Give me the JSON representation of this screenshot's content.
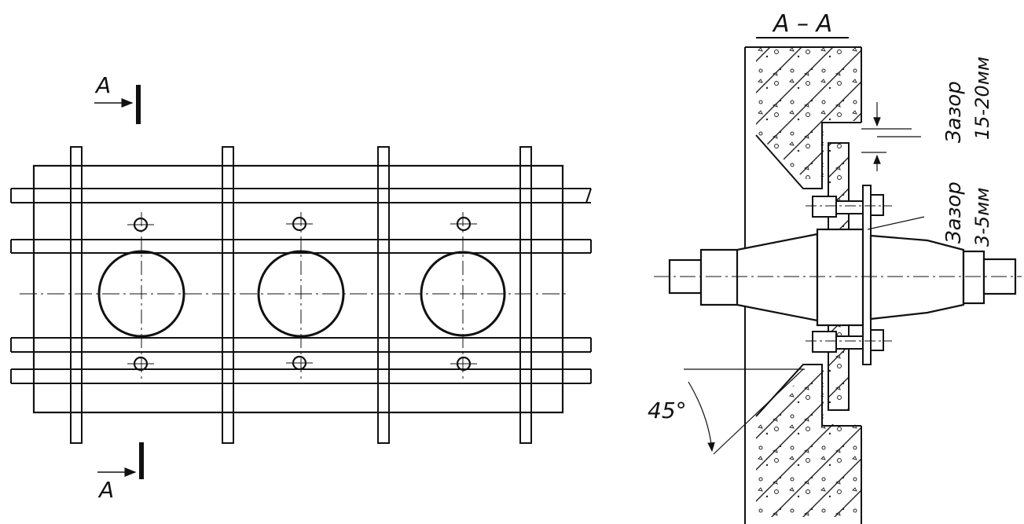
{
  "plan_view": {
    "section_mark_top": "A",
    "section_mark_bottom": "A",
    "openings": 3
  },
  "section_view": {
    "title": "А – А",
    "gap_upper_label": "Зазор",
    "gap_upper_value": "15-20мм",
    "gap_lower_label": "Зазор",
    "gap_lower_value": "3-5мм",
    "angle_label": "45°"
  },
  "colors": {
    "ink": "#111111",
    "background": "#ffffff"
  }
}
